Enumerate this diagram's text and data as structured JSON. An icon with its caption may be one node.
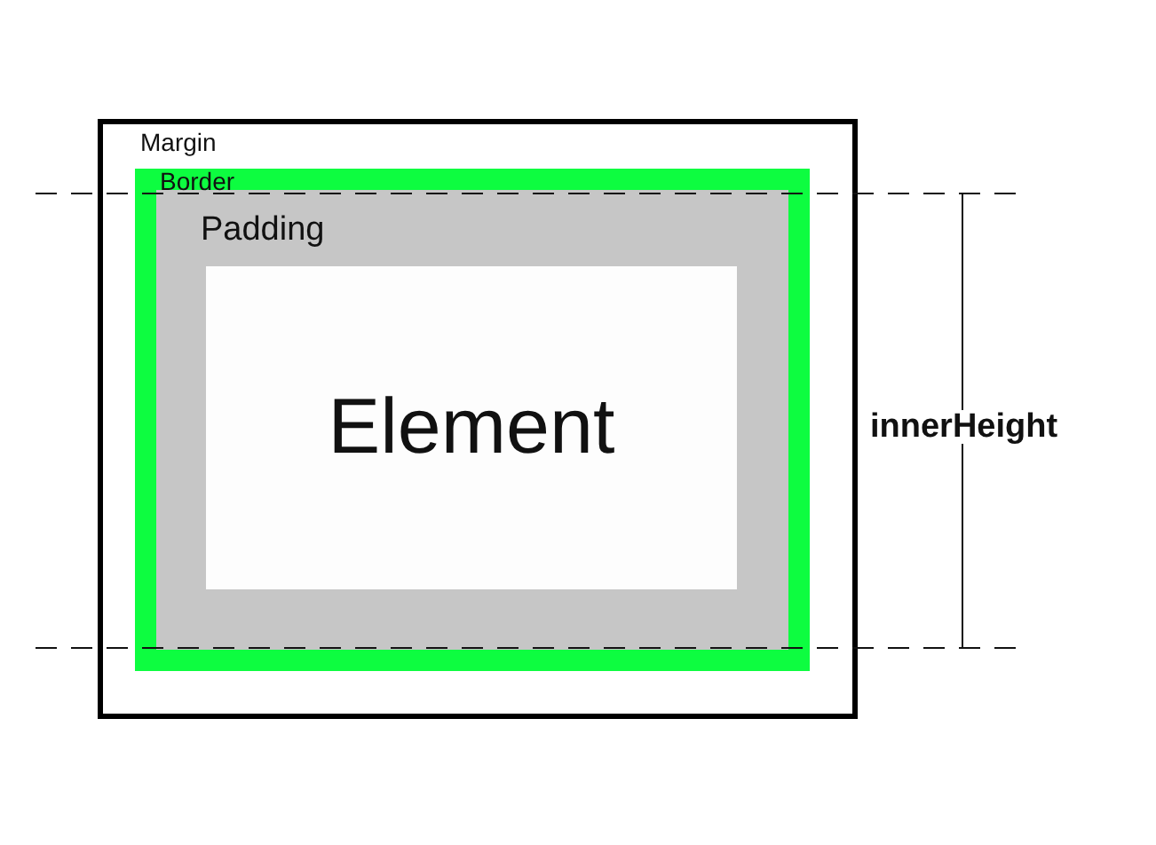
{
  "diagram": {
    "nodes": [
      {
        "text": [
          "Margin"
        ]
      },
      {
        "text": [
          "Border"
        ],
        "in": 0
      },
      {
        "text": [
          "Padding"
        ],
        "in": 1
      },
      {
        "text": [
          "Element"
        ],
        "in": 2
      }
    ],
    "labels": [
      "innerHeight"
    ]
  }
}
